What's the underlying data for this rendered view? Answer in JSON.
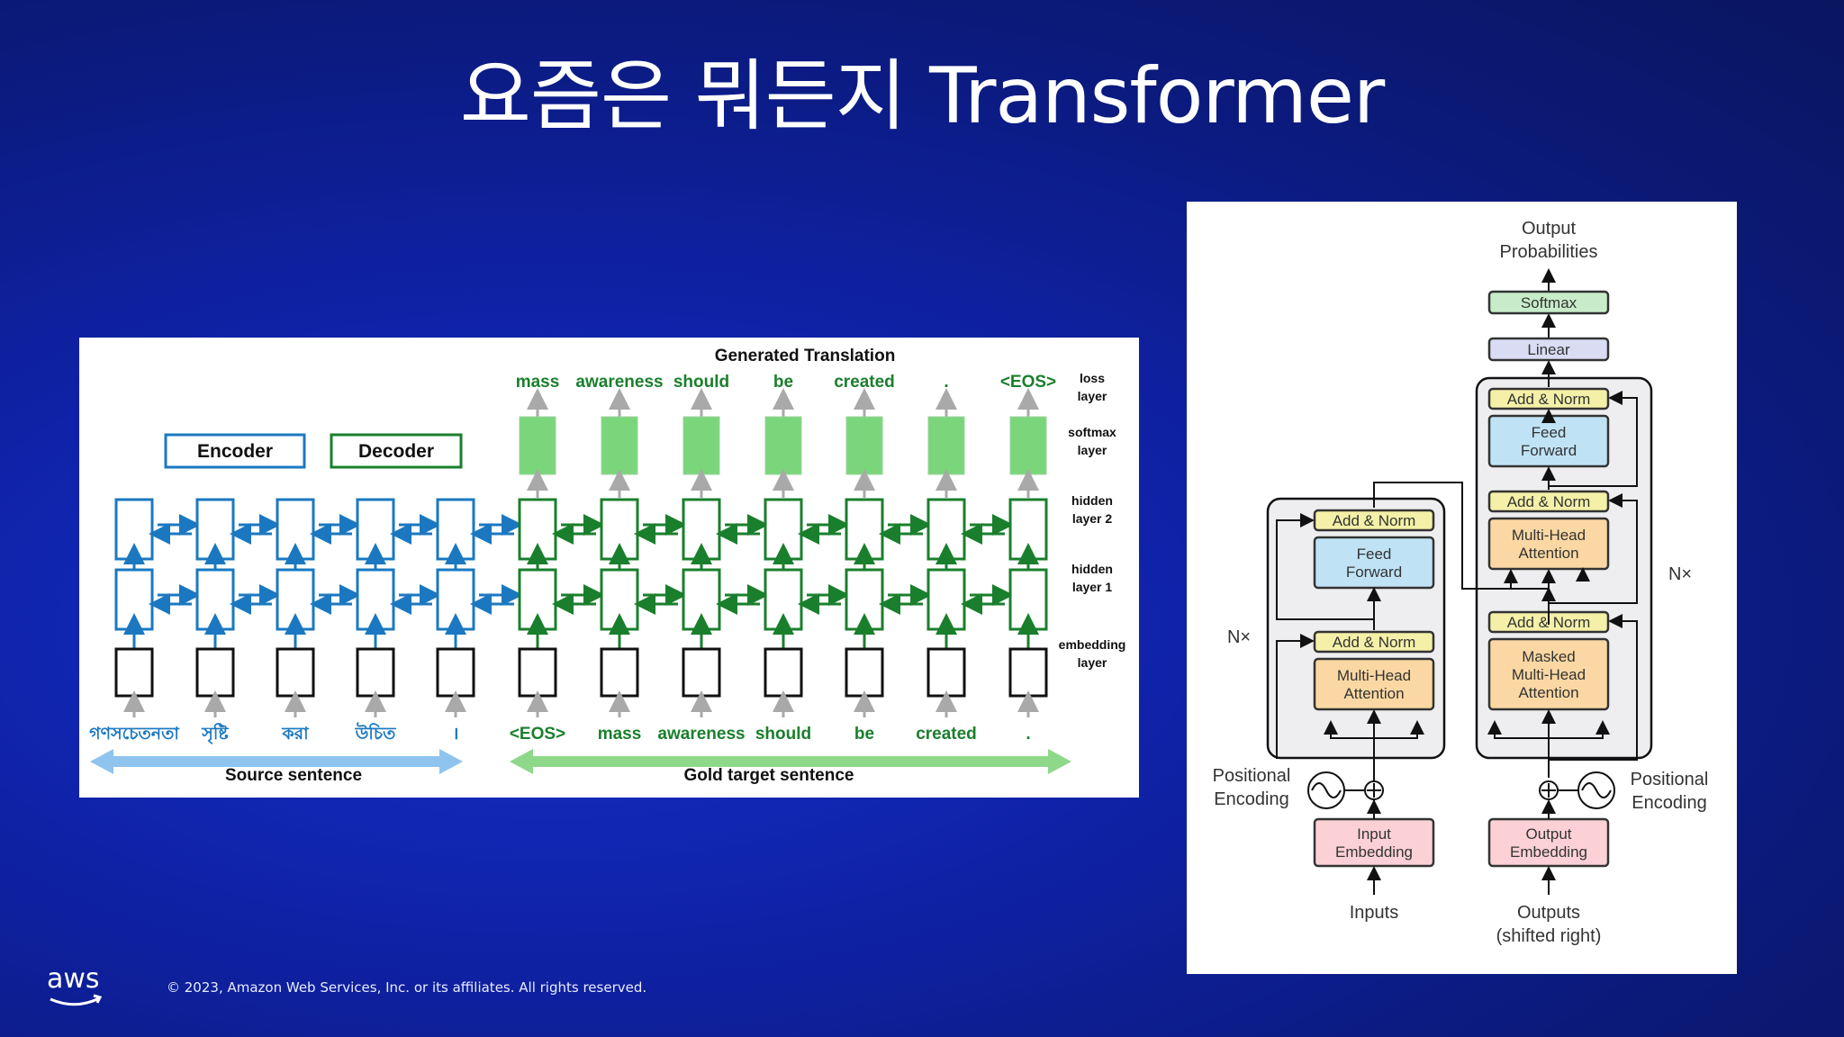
{
  "slide": {
    "title": "요즘은 뭐든지 Transformer",
    "footer": "© 2023, Amazon Web Services, Inc. or its affiliates. All rights reserved.",
    "logo_text": "aws"
  },
  "rnn_diagram": {
    "title": "Generated Translation",
    "encoder_label": "Encoder",
    "decoder_label": "Decoder",
    "output_words": [
      "mass",
      "awareness",
      "should",
      "be",
      "created",
      ".",
      "<EOS>"
    ],
    "layer_labels": [
      "loss\nlayer",
      "softmax\nlayer",
      "hidden\nlayer 2",
      "hidden\nlayer 1",
      "embedding\nlayer"
    ],
    "source_words": [
      "গণসচেতনতা",
      "সৃষ্টি",
      "করা",
      "উচিত",
      "।"
    ],
    "target_words": [
      "<EOS>",
      "mass",
      "awareness",
      "should",
      "be",
      "created",
      "."
    ],
    "source_caption": "Source sentence",
    "target_caption": "Gold target sentence",
    "colors": {
      "encoder": "#1b78c0",
      "decoder": "#1a7f2c",
      "softmax_fill": "#7bd67b",
      "source_arrow": "#8fc4ee",
      "target_arrow": "#8ed88a"
    }
  },
  "transformer_diagram": {
    "output_probabilities": "Output\nProbabilities",
    "softmax": "Softmax",
    "linear": "Linear",
    "add_norm": "Add & Norm",
    "feed_forward": "Feed\nForward",
    "multi_head_attention": "Multi-Head\nAttention",
    "masked_multi_head_attention": "Masked\nMulti-Head\nAttention",
    "nx_label": "N×",
    "positional_encoding": "Positional\nEncoding",
    "input_embedding": "Input\nEmbedding",
    "output_embedding": "Output\nEmbedding",
    "inputs": "Inputs",
    "outputs": "Outputs\n(shifted right)",
    "colors": {
      "add_norm": "#f4f0a8",
      "feed_forward": "#bfe3f5",
      "attention": "#fbd8a3",
      "embedding": "#fbd1d6",
      "softmax": "#c8ecc9",
      "linear": "#d9dcf3",
      "block_bg": "#eeeef0"
    }
  }
}
